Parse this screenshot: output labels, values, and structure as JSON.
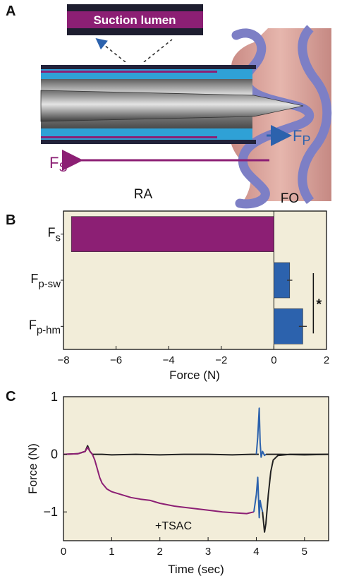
{
  "panel_a": {
    "letter": "A",
    "inset_label": "Suction lumen",
    "label_fp_main": "F",
    "label_fp_sub": "P",
    "label_fs_main": "F",
    "label_fs_sub": "S",
    "label_ra": "RA",
    "label_fo": "FO"
  },
  "colors": {
    "purple": "#8c1f74",
    "blue": "#2c62ad",
    "panel_bg": "#f2edd9",
    "septum": "#d9a29a",
    "septum_edge": "#7d7fc5",
    "lumen_cyan": "#2fa1d6",
    "black": "#222222"
  },
  "chart_data": [
    {
      "panel": "B",
      "type": "bar",
      "orientation": "horizontal",
      "categories": [
        {
          "main": "F",
          "sub": "s"
        },
        {
          "main": "F",
          "sub": "p-sw"
        },
        {
          "main": "F",
          "sub": "p-hm"
        }
      ],
      "values": [
        -7.7,
        0.6,
        1.1
      ],
      "errors": [
        0,
        0.1,
        0.15
      ],
      "bar_colors": [
        "#8c1f74",
        "#2c62ad",
        "#2c62ad"
      ],
      "xlabel": "Force (N)",
      "xlim": [
        -8,
        2
      ],
      "xticks": [
        -8,
        -6,
        -4,
        -2,
        0,
        2
      ],
      "xtick_labels": [
        "−8",
        "−6",
        "−4",
        "−2",
        "0",
        "2"
      ],
      "significance": {
        "between": [
          1,
          2
        ],
        "label": "*"
      }
    },
    {
      "panel": "C",
      "type": "line",
      "xlabel": "Time (sec)",
      "ylabel": "Force (N)",
      "xlim": [
        0,
        5.5
      ],
      "ylim": [
        -1.5,
        1
      ],
      "xticks": [
        0,
        1,
        2,
        3,
        4,
        5
      ],
      "xtick_labels": [
        "0",
        "1",
        "2",
        "3",
        "4",
        "5"
      ],
      "yticks": [
        1,
        0,
        -1
      ],
      "ytick_labels": [
        "1",
        "0",
        "−1"
      ],
      "annotation": "+TSAC",
      "series": [
        {
          "color": "#222222",
          "x": [
            0,
            0.3,
            0.45,
            0.5,
            0.55,
            0.6,
            0.8,
            1.0,
            1.5,
            2.0,
            2.5,
            3.0,
            3.5,
            3.9,
            4.0,
            4.05
          ],
          "y": [
            0,
            0.01,
            0.05,
            0.15,
            0.05,
            0,
            0,
            -0.01,
            0,
            -0.01,
            0,
            0,
            -0.01,
            0,
            0,
            0
          ]
        },
        {
          "color": "#2c62ad",
          "x": [
            4.0,
            4.03,
            4.06,
            4.08,
            4.1,
            4.13,
            4.17,
            4.2
          ],
          "y": [
            0,
            0.3,
            0.8,
            0.2,
            -0.05,
            0.05,
            -0.02,
            0
          ]
        },
        {
          "color": "#222222",
          "x": [
            4.2,
            4.5,
            5.0,
            5.5
          ],
          "y": [
            0,
            0,
            -0.01,
            0
          ]
        },
        {
          "color": "#8c1f74",
          "x": [
            0,
            0.3,
            0.45,
            0.5,
            0.55,
            0.6,
            0.65,
            0.7,
            0.75,
            0.8,
            0.9,
            1.0,
            1.2,
            1.4,
            1.6,
            1.8,
            2.0,
            2.3,
            2.6,
            3.0,
            3.3,
            3.6,
            3.8,
            3.95
          ],
          "y": [
            0,
            0.01,
            0.05,
            0.12,
            0.05,
            0,
            -0.1,
            -0.25,
            -0.4,
            -0.5,
            -0.6,
            -0.65,
            -0.7,
            -0.75,
            -0.78,
            -0.8,
            -0.85,
            -0.9,
            -0.93,
            -0.97,
            -1.0,
            -1.02,
            -1.03,
            -1.0
          ]
        },
        {
          "color": "#2c62ad",
          "x": [
            3.95,
            4.0,
            4.03,
            4.06,
            4.08,
            4.1,
            4.13
          ],
          "y": [
            -1.0,
            -0.7,
            -0.4,
            -1.1,
            -0.8,
            -0.9,
            -1.0
          ]
        },
        {
          "color": "#222222",
          "x": [
            4.13,
            4.17,
            4.2,
            4.25,
            4.3,
            4.35,
            4.45,
            4.7,
            5.0,
            5.5
          ],
          "y": [
            -1.0,
            -1.35,
            -1.2,
            -0.7,
            -0.3,
            -0.1,
            -0.02,
            0,
            0,
            0
          ]
        }
      ]
    }
  ]
}
